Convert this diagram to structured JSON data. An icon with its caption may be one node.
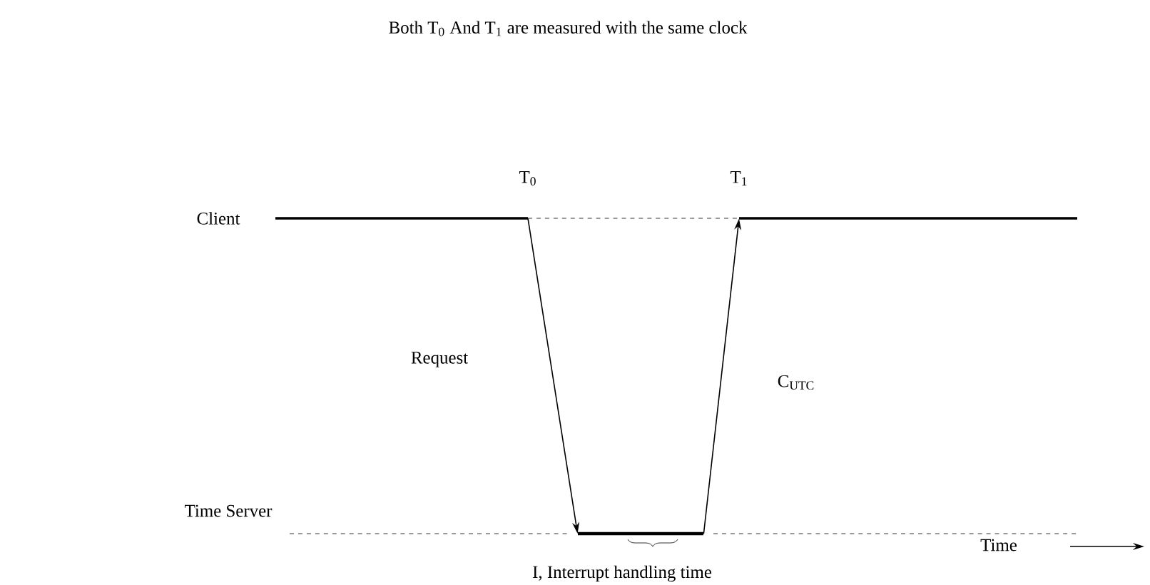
{
  "diagram": {
    "title": "Both T$_{0}$ And T$_{1}$ are measured with the same clock",
    "nodes": [
      {
        "text": [
          "T$_{0}$"
        ]
      },
      {
        "text": [],
        "shape": "bar"
      },
      {
        "text": [
          "T$_{1}$"
        ]
      }
    ],
    "edges": [
      {
        "from": 0,
        "to": 1,
        "arrow": "to",
        "label": "Request"
      },
      {
        "from": 1,
        "to": 2,
        "arrow": "to",
        "label": "C$_{UTC}$"
      }
    ],
    "labels": [
      "Client",
      "Time Server",
      "I, Interrupt handling time",
      "Time"
    ]
  }
}
